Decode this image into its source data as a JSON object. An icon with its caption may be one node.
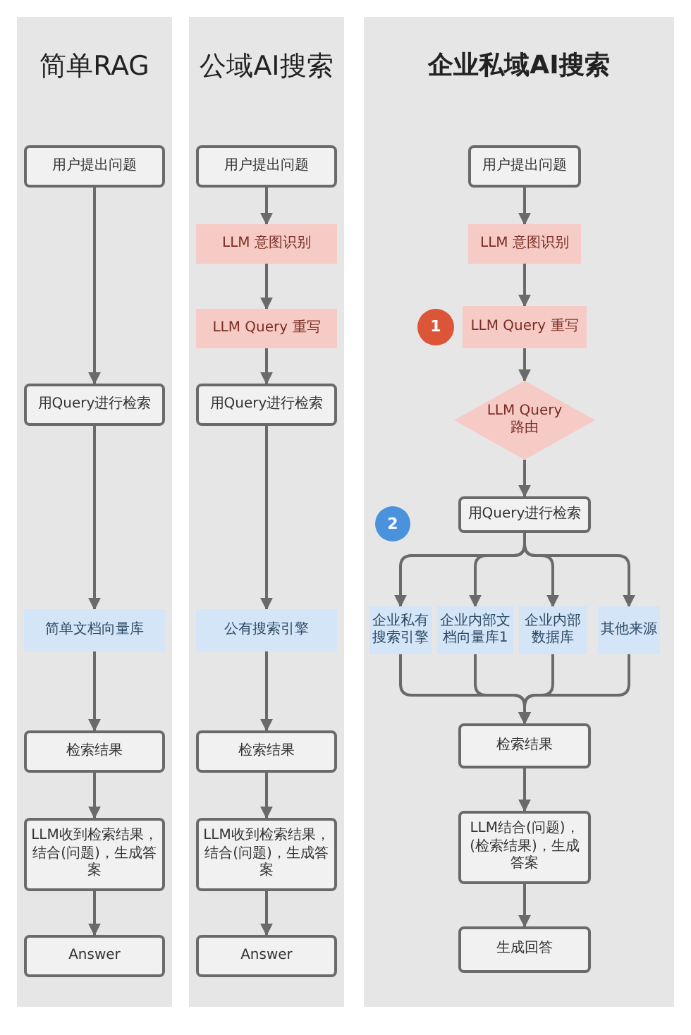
{
  "diagram": {
    "nodes": [
      {
        "text": [
          "简单RAG"
        ]
      },
      {
        "text": [
          "用户提出问题"
        ],
        "in": 0
      },
      {
        "text": [
          "用Query进行检索"
        ],
        "in": 0
      },
      {
        "text": [
          "简单文档向量库"
        ],
        "in": 0
      },
      {
        "text": [
          "检索结果"
        ],
        "in": 0
      },
      {
        "text": [
          "LLM收到检索结果，结合(问题)，生成答案"
        ],
        "in": 0
      },
      {
        "text": [
          "Answer"
        ],
        "in": 0
      },
      {
        "text": [
          "公域AI搜索"
        ]
      },
      {
        "text": [
          "用户提出问题"
        ],
        "in": 7
      },
      {
        "text": [
          "LLM 意图识别"
        ],
        "in": 7
      },
      {
        "text": [
          "LLM Query 重写"
        ],
        "in": 7
      },
      {
        "text": [
          "用Query进行检索"
        ],
        "in": 7
      },
      {
        "text": [
          "公有搜索引擎"
        ],
        "in": 7
      },
      {
        "text": [
          "检索结果"
        ],
        "in": 7
      },
      {
        "text": [
          "LLM收到检索结果，结合(问题)，生成答案"
        ],
        "in": 7
      },
      {
        "text": [
          "Answer"
        ],
        "in": 7
      },
      {
        "text": [
          "企业私域AI搜索"
        ]
      },
      {
        "text": [
          "用户提出问题"
        ],
        "in": 16
      },
      {
        "text": [
          "LLM 意图识别"
        ],
        "in": 16
      },
      {
        "text": [
          "LLM Query 重写"
        ],
        "in": 16
      },
      {
        "text": [
          "LLM Query 路由"
        ],
        "in": 16
      },
      {
        "text": [
          "用Query进行检索"
        ],
        "in": 16
      },
      {
        "text": [
          "企业私有搜索引擎"
        ],
        "in": 16
      },
      {
        "text": [
          "企业内部文档向量库1"
        ],
        "in": 16
      },
      {
        "text": [
          "企业内部数据库"
        ],
        "in": 16
      },
      {
        "text": [
          "其他来源"
        ],
        "in": 16
      },
      {
        "text": [
          "检索结果"
        ],
        "in": 16
      },
      {
        "text": [
          "LLM结合(问题)，(检索结果)，生成答案"
        ],
        "in": 16
      },
      {
        "text": [
          "生成回答"
        ],
        "in": 16
      },
      {
        "text": [
          "1"
        ],
        "in": 16
      },
      {
        "text": [
          "2"
        ],
        "in": 16
      }
    ],
    "edges": [
      {
        "from": 1,
        "to": 2,
        "arrow": "to"
      },
      {
        "from": 2,
        "to": 3,
        "arrow": "to"
      },
      {
        "from": 3,
        "to": 4,
        "arrow": "to"
      },
      {
        "from": 4,
        "to": 5,
        "arrow": "to"
      },
      {
        "from": 5,
        "to": 6,
        "arrow": "to"
      },
      {
        "from": 8,
        "to": 9,
        "arrow": "to"
      },
      {
        "from": 9,
        "to": 10,
        "arrow": "to"
      },
      {
        "from": 10,
        "to": 11,
        "arrow": "to"
      },
      {
        "from": 11,
        "to": 12,
        "arrow": "to"
      },
      {
        "from": 12,
        "to": 13,
        "arrow": "to"
      },
      {
        "from": 13,
        "to": 14,
        "arrow": "to"
      },
      {
        "from": 14,
        "to": 15,
        "arrow": "to"
      },
      {
        "from": 17,
        "to": 18,
        "arrow": "to"
      },
      {
        "from": 18,
        "to": 19,
        "arrow": "to"
      },
      {
        "from": 19,
        "to": 20,
        "arrow": "to"
      },
      {
        "from": 20,
        "to": 21,
        "arrow": "to"
      },
      {
        "from": 21,
        "to": 22,
        "arrow": "to"
      },
      {
        "from": 21,
        "to": 23,
        "arrow": "to"
      },
      {
        "from": 21,
        "to": 24,
        "arrow": "to"
      },
      {
        "from": 21,
        "to": 25,
        "arrow": "to"
      },
      {
        "from": 22,
        "to": 26,
        "arrow": "to"
      },
      {
        "from": 23,
        "to": 26,
        "arrow": "to"
      },
      {
        "from": 24,
        "to": 26,
        "arrow": "to"
      },
      {
        "from": 25,
        "to": 26,
        "arrow": "to"
      },
      {
        "from": 26,
        "to": 27,
        "arrow": "to"
      },
      {
        "from": 27,
        "to": 28,
        "arrow": "to"
      }
    ]
  }
}
